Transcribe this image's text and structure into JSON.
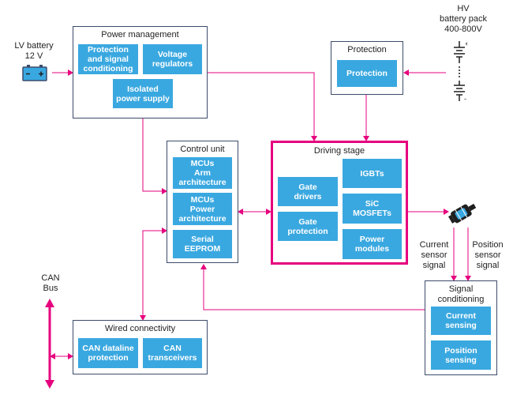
{
  "colors": {
    "block": "#3aa8e0",
    "link": "#e6007e",
    "group_border": "#3d4b6b",
    "highlight_border": "#e6007e"
  },
  "power_management": {
    "title": "Power management",
    "protection_block": "Protection\nand signal\nconditioning",
    "voltage_block": "Voltage\nregulators",
    "isolated_block": "Isolated\npower supply"
  },
  "protection": {
    "title": "Protection",
    "block": "Protection"
  },
  "control_unit": {
    "title": "Control unit",
    "mcu_arm": "MCUs\nArm\narchitecture",
    "mcu_power": "MCUs\nPower\narchitecture",
    "eeprom": "Serial\nEEPROM"
  },
  "driving_stage": {
    "title": "Driving stage",
    "gate_drivers": "Gate\ndrivers",
    "gate_protection": "Gate\nprotection",
    "igbts": "IGBTs",
    "sic": "SiC\nMOSFETs",
    "power_modules": "Power\nmodules"
  },
  "wired_connectivity": {
    "title": "Wired connectivity",
    "can_protection": "CAN dataline\nprotection",
    "can_transceivers": "CAN\ntransceivers"
  },
  "signal_conditioning": {
    "title": "Signal\nconditioning",
    "current_sensing": "Current\nsensing",
    "position_sensing": "Position\nsensing"
  },
  "external": {
    "lv_battery": "LV battery\n12 V",
    "hv_battery": "HV\nbattery pack\n400-800V",
    "can_bus": "CAN\nBus",
    "current_sensor": "Current\nsensor\nsignal",
    "position_sensor": "Position\nsensor\nsignal"
  },
  "icons": {
    "lv_battery": "battery-icon",
    "hv_battery": "battery-stack-icon",
    "motor": "motor-icon"
  }
}
